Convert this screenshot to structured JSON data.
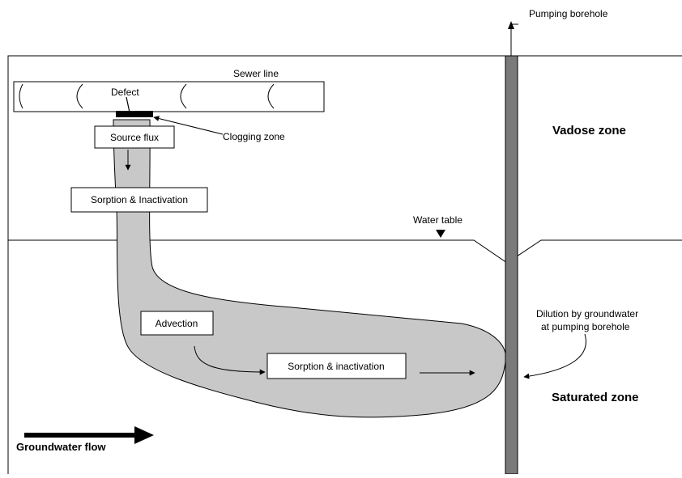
{
  "diagram": {
    "labels": {
      "pumping_borehole": "Pumping borehole",
      "sewer_line": "Sewer line",
      "defect": "Defect",
      "clogging_zone": "Clogging zone",
      "source_flux": "Source flux",
      "sorption_inactivation_upper": "Sorption & Inactivation",
      "vadose_zone": "Vadose zone",
      "water_table": "Water table",
      "advection": "Advection",
      "sorption_inactivation_lower": "Sorption & inactivation",
      "dilution_line1": "Dilution by groundwater",
      "dilution_line2": "at pumping borehole",
      "saturated_zone": "Saturated zone",
      "groundwater_flow": "Groundwater flow"
    },
    "colors": {
      "plume_fill": "#c8c8c8",
      "borehole_fill": "#7a7a7a",
      "line": "#000000",
      "background": "#ffffff"
    }
  }
}
